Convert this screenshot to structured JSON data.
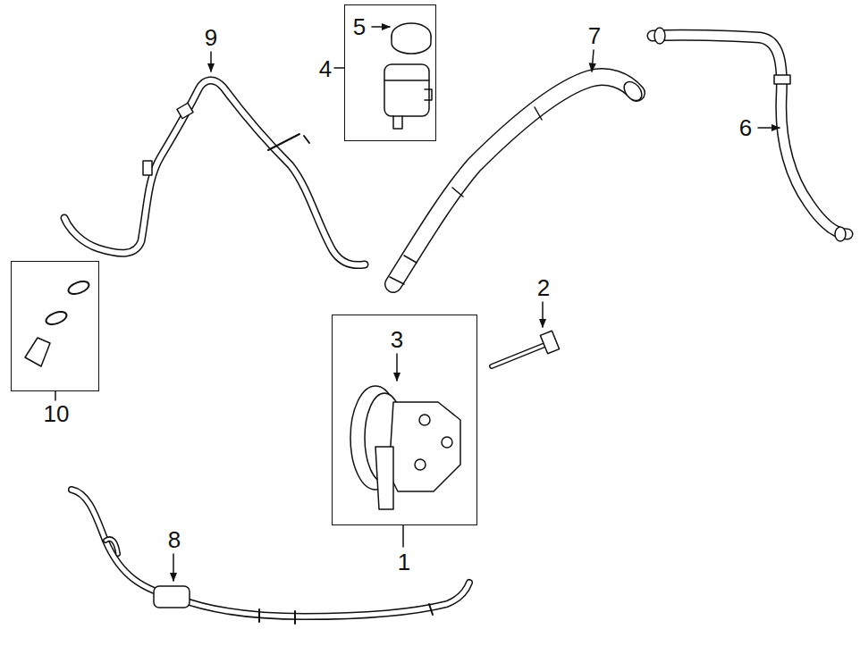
{
  "diagram": {
    "nodes": [
      {
        "text": [
          "4"
        ]
      },
      {
        "text": [
          "10"
        ]
      },
      {
        "text": [
          "1"
        ]
      }
    ],
    "labels": [
      "9",
      "5",
      "7",
      "6",
      "2",
      "3",
      "8"
    ]
  }
}
